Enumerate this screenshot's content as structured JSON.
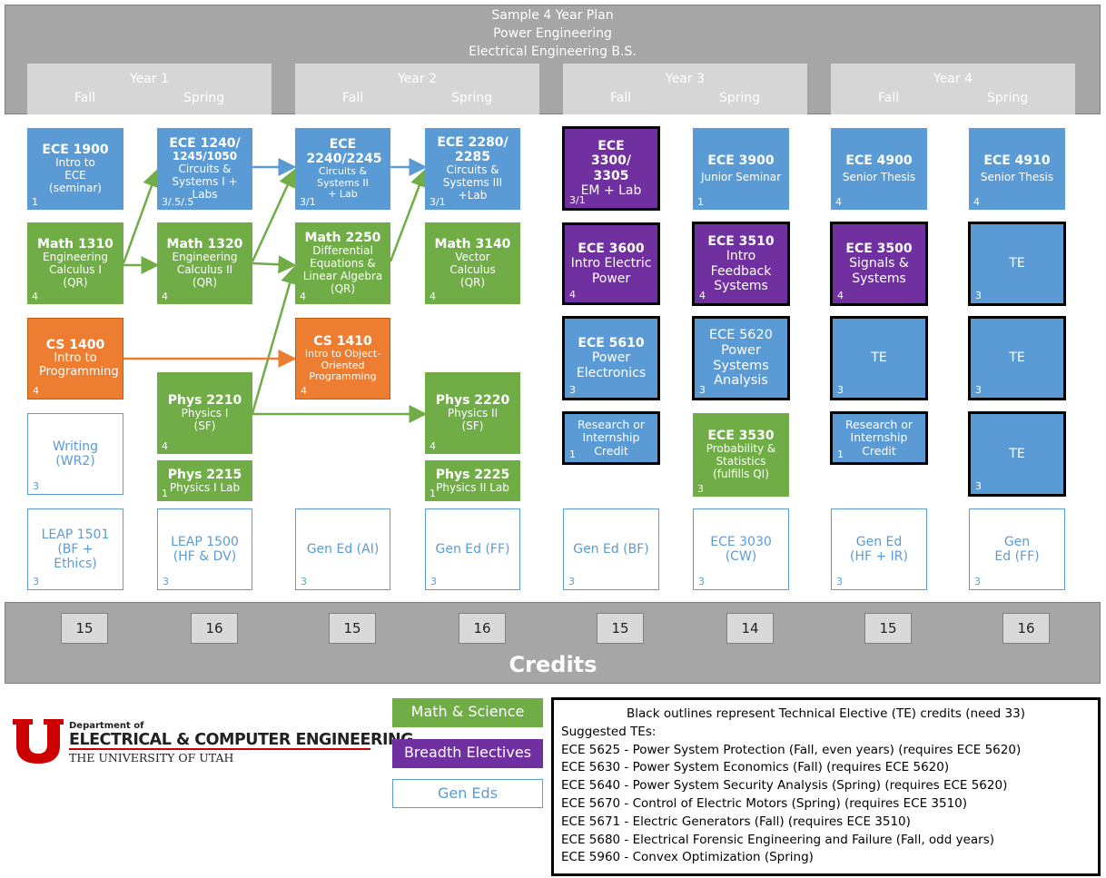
{
  "header": {
    "title": "Sample 4 Year Plan",
    "subtitle": "Power Engineering",
    "degree": "Electrical Engineering B.S."
  },
  "years": [
    {
      "label": "Year 1",
      "fall": "Fall",
      "spring": "Spring"
    },
    {
      "label": "Year 2",
      "fall": "Fall",
      "spring": "Spring"
    },
    {
      "label": "Year 3",
      "fall": "Fall",
      "spring": "Spring"
    },
    {
      "label": "Year 4",
      "fall": "Fall",
      "spring": "Spring"
    }
  ],
  "courses": {
    "ece1900": {
      "code": "ECE 1900",
      "desc": "Intro to ECE (seminar)",
      "credits": "1"
    },
    "ece1240": {
      "code": "ECE 1240/",
      "code2": "1245/1050",
      "desc": "Circuits & Systems I + Labs",
      "credits": "3/.5/.5"
    },
    "math1310": {
      "code": "Math 1310",
      "desc": "Engineering Calculus I (QR)",
      "credits": "4"
    },
    "math1320": {
      "code": "Math 1320",
      "desc": "Engineering Calculus II (QR)",
      "credits": "4"
    },
    "cs1400": {
      "code": "CS 1400",
      "desc": "Intro to Programming",
      "credits": "4"
    },
    "writing": {
      "desc": "Writing (WR2)",
      "credits": "3"
    },
    "phys2210": {
      "code": "Phys 2210",
      "desc": "Physics I (SF)",
      "credits": "4"
    },
    "phys2215": {
      "code": "Phys 2215",
      "desc": "Physics I Lab",
      "credits": "1"
    },
    "leap1501": {
      "desc": "LEAP 1501 (BF + Ethics)",
      "credits": "3"
    },
    "leap1500": {
      "desc": "LEAP 1500 (HF & DV)",
      "credits": "3"
    },
    "ece2240": {
      "code": "ECE 2240/2245",
      "desc": "Circuits & Systems II + Lab",
      "credits": "3/1"
    },
    "ece2280": {
      "code": "ECE 2280/ 2285",
      "desc": "Circuits & Systems III +Lab",
      "credits": "3/1"
    },
    "math2250": {
      "code": "Math 2250",
      "desc": "Differential Equations & Linear Algebra (QR)",
      "credits": "4"
    },
    "math3140": {
      "code": "Math 3140",
      "desc": "Vector Calculus (QR)",
      "credits": "4"
    },
    "cs1410": {
      "code": "CS 1410",
      "desc": "Intro to Object-Oriented Programming",
      "credits": "4"
    },
    "phys2220": {
      "code": "Phys 2220",
      "desc": "Physics II (SF)",
      "credits": "4"
    },
    "phys2225": {
      "code": "Phys 2225",
      "desc": "Physics II Lab",
      "credits": "1"
    },
    "gened_ai": {
      "desc": "Gen Ed (AI)",
      "credits": "3"
    },
    "gened_ff": {
      "desc": "Gen Ed (FF)",
      "credits": "3"
    },
    "ece3300": {
      "code": "ECE 3300/ 3305",
      "desc": "EM + Lab",
      "credits": "3/1"
    },
    "ece3900": {
      "code": "ECE 3900",
      "desc": "Junior Seminar",
      "credits": "1"
    },
    "ece3600": {
      "code": "ECE 3600",
      "desc": "Intro Electric Power",
      "credits": "4"
    },
    "ece3510": {
      "code": "ECE 3510",
      "desc": "Intro Feedback Systems",
      "credits": "4"
    },
    "ece5610": {
      "code": "ECE 5610",
      "desc": "Power Electronics",
      "credits": "3"
    },
    "ece5620": {
      "desc": "ECE 5620 Power Systems Analysis",
      "credits": "3"
    },
    "research3": {
      "desc": "Research or Internship Credit",
      "credits": "1"
    },
    "ece3530": {
      "code": "ECE 3530",
      "desc": "Probability & Statistics (fulfills QI)",
      "credits": "3"
    },
    "gened_bf": {
      "desc": "Gen Ed (BF)",
      "credits": "3"
    },
    "ece3030": {
      "desc": "ECE 3030 (CW)",
      "credits": "3"
    },
    "ece4900": {
      "code": "ECE 4900",
      "desc": "Senior Thesis",
      "credits": "4"
    },
    "ece4910": {
      "code": "ECE 4910",
      "desc": "Senior Thesis",
      "credits": "4"
    },
    "ece3500": {
      "code": "ECE 3500",
      "desc": "Signals & Systems",
      "credits": "4"
    },
    "te_y4s_1": {
      "desc": "TE",
      "credits": "3"
    },
    "te_y4f": {
      "desc": "TE",
      "credits": "3"
    },
    "te_y4s_2": {
      "desc": "TE",
      "credits": "3"
    },
    "research4": {
      "desc": "Research or Internship Credit",
      "credits": "1"
    },
    "te_y4s_3": {
      "desc": "TE",
      "credits": "3"
    },
    "gened_hfir": {
      "desc": "Gen Ed (HF + IR)",
      "credits": "3"
    },
    "gened_ff2": {
      "desc": "Gen Ed (FF)",
      "credits": "3"
    }
  },
  "credit_totals": [
    "15",
    "16",
    "15",
    "16",
    "15",
    "14",
    "15",
    "16"
  ],
  "credits_label": "Credits",
  "logo": {
    "dept": "Department of",
    "name": "ELECTRICAL & COMPUTER ENGINEERING",
    "univ": "THE UNIVERSITY OF UTAH",
    "color": "#cc0000"
  },
  "legend": {
    "math": "Math & Science",
    "breadth": "Breadth Electives",
    "gened": "Gen Eds"
  },
  "notes": {
    "heading": "Black outlines represent Technical Elective (TE) credits (need 33)",
    "suggested": "Suggested TEs:",
    "items": [
      "ECE 5625 - Power System Protection (Fall, even years) (requires ECE 5620)",
      "ECE 5630 - Power System Economics (Fall) (requires ECE 5620)",
      "ECE 5640 - Power System Security Analysis (Spring) (requires ECE 5620)",
      "ECE 5670 - Control of Electric Motors (Spring) (requires ECE 3510)",
      "ECE 5671 - Electric Generators (Fall) (requires ECE 3510)",
      "ECE 5680 - Electrical Forensic Engineering and Failure (Fall, odd years)",
      "ECE 5960 - Convex Optimization (Spring)"
    ]
  },
  "colors": {
    "ece": "#5b9bd5",
    "math_science": "#70ad47",
    "cs": "#ed7d31",
    "breadth": "#7030a0",
    "header": "#a6a6a6"
  }
}
